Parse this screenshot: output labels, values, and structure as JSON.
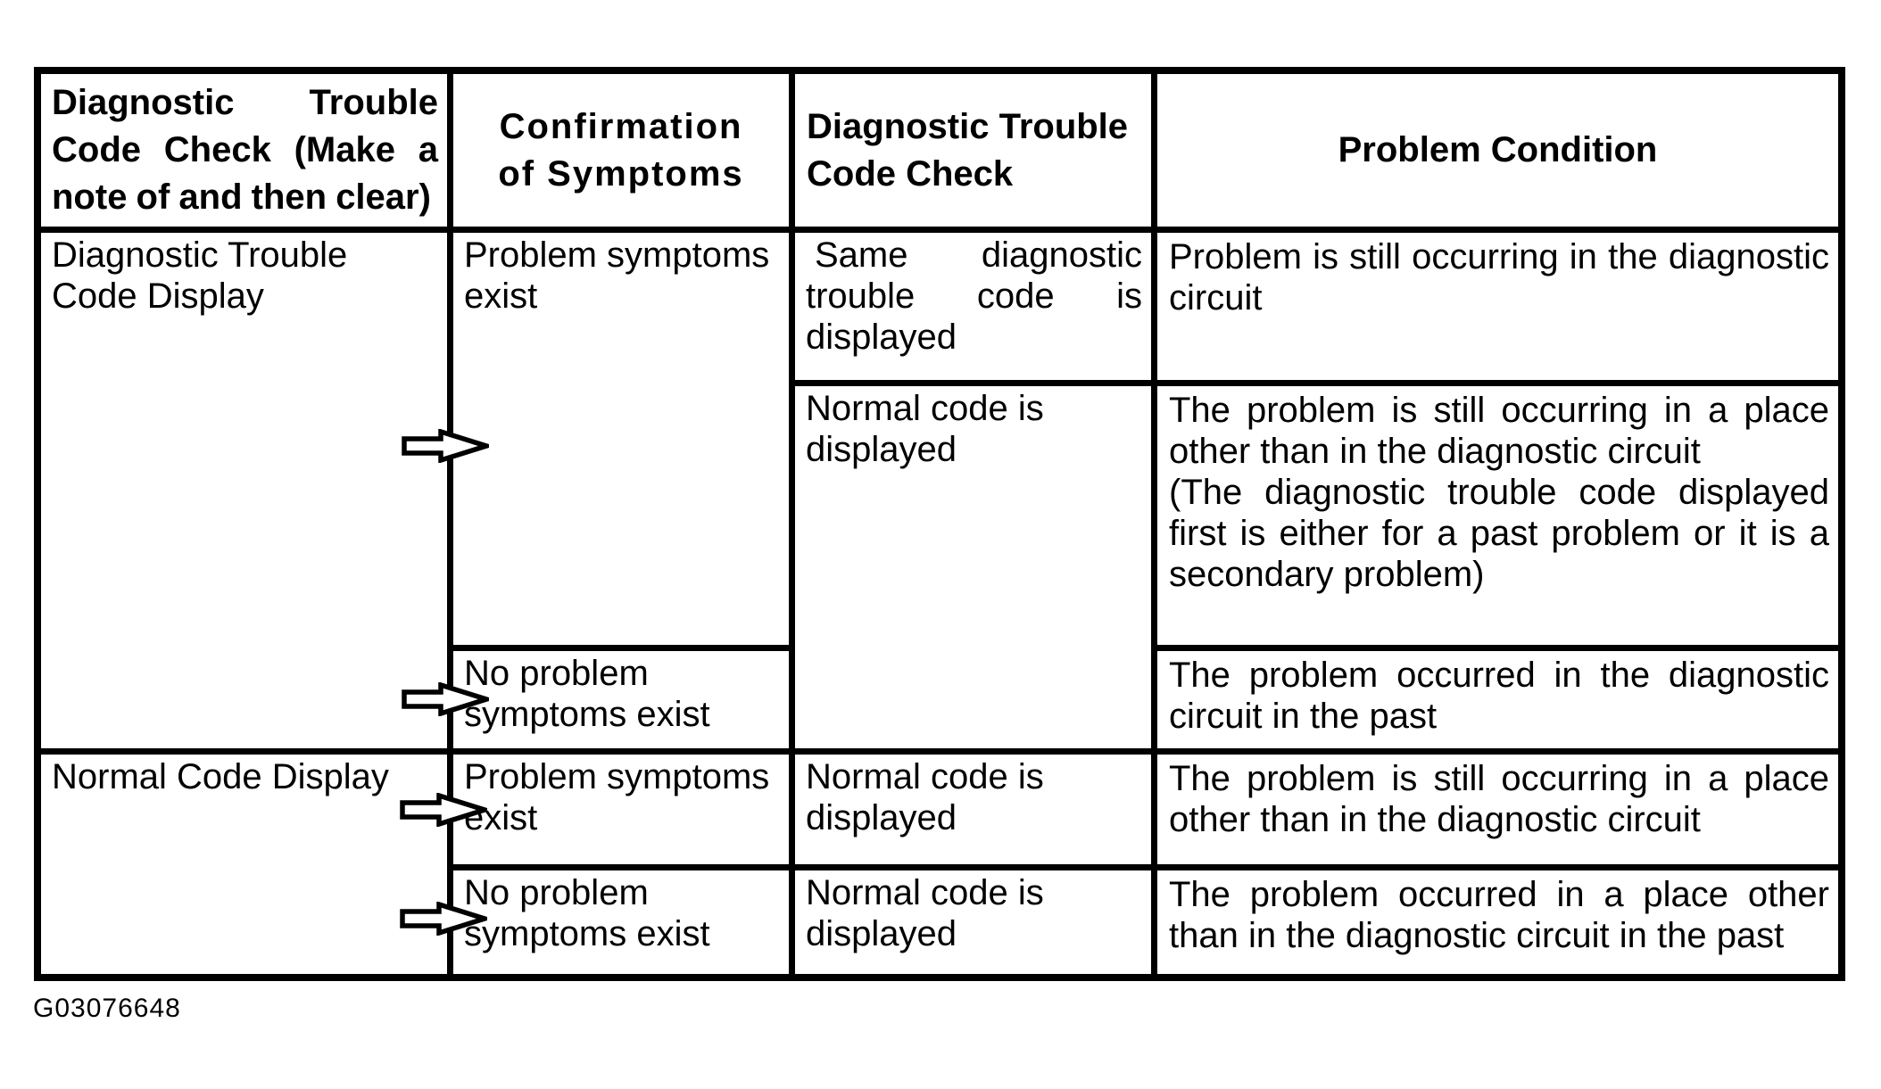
{
  "table": {
    "header": {
      "col1": "Diagnostic Trouble Code Check (Make a note of and then clear)",
      "col2": "Confirmation\nof Symptoms",
      "col3": "Diagnostic Trouble\nCode Check",
      "col4": "Problem Condition"
    },
    "group1": {
      "label": "Diagnostic Trouble Code Display",
      "confirmation_yes": "Problem symptoms exist",
      "confirmation_no": "No problem symptoms exist",
      "same_code": "Same diagnostic trouble code is displayed",
      "normal_code": "Normal code is displayed",
      "condition_a": "Problem is still occurring in the diagnostic circuit",
      "condition_b": "The problem is still occurring in a place other than in the diagnostic circuit",
      "condition_b_note": "(The diagnostic trouble code displayed first is either for a past problem or it is a secondary problem)",
      "condition_c": "The problem occurred in the diagnostic circuit in the past"
    },
    "group2": {
      "label": "Normal Code Display",
      "confirmation_yes": "Problem symptoms exist",
      "confirmation_no": "No problem symptoms exist",
      "normal_code_1": "Normal code is displayed",
      "normal_code_2": "Normal code is displayed",
      "condition_d": "The problem is still occurring in a place other than in the diagnostic circuit",
      "condition_e": "The problem occurred in a place other than in the diagnostic circuit in the past"
    }
  },
  "caption": "G03076648",
  "colors": {
    "border": "#000000",
    "background": "#ffffff",
    "text": "#000000"
  }
}
